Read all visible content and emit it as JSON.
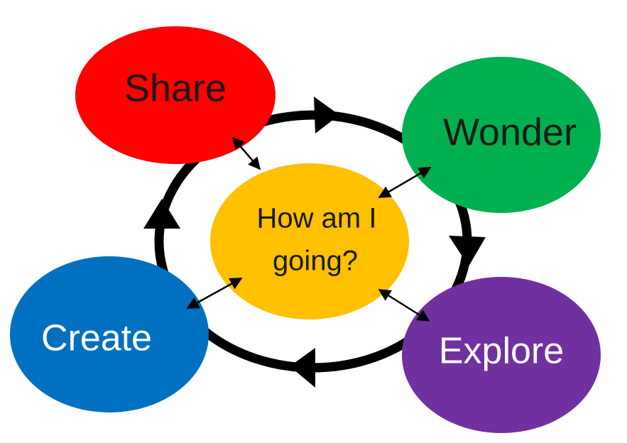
{
  "nodes": {
    "share": {
      "label": "Share",
      "color": "#FF0000",
      "text_color": "#1A1A1A"
    },
    "wonder": {
      "label": "Wonder",
      "color": "#00B050",
      "text_color": "#1A1A1A"
    },
    "explore": {
      "label": "Explore",
      "color": "#7030A0",
      "text_color": "#FFFFFF"
    },
    "create": {
      "label": "Create",
      "color": "#0070C0",
      "text_color": "#FFFFFF"
    },
    "center": {
      "line1": "How am I",
      "line2": "going?",
      "color": "#FFC000",
      "text_color": "#1A1A1A"
    }
  },
  "cycle": {
    "color": "#000000",
    "direction": "clockwise"
  },
  "connector_color": "#000000"
}
